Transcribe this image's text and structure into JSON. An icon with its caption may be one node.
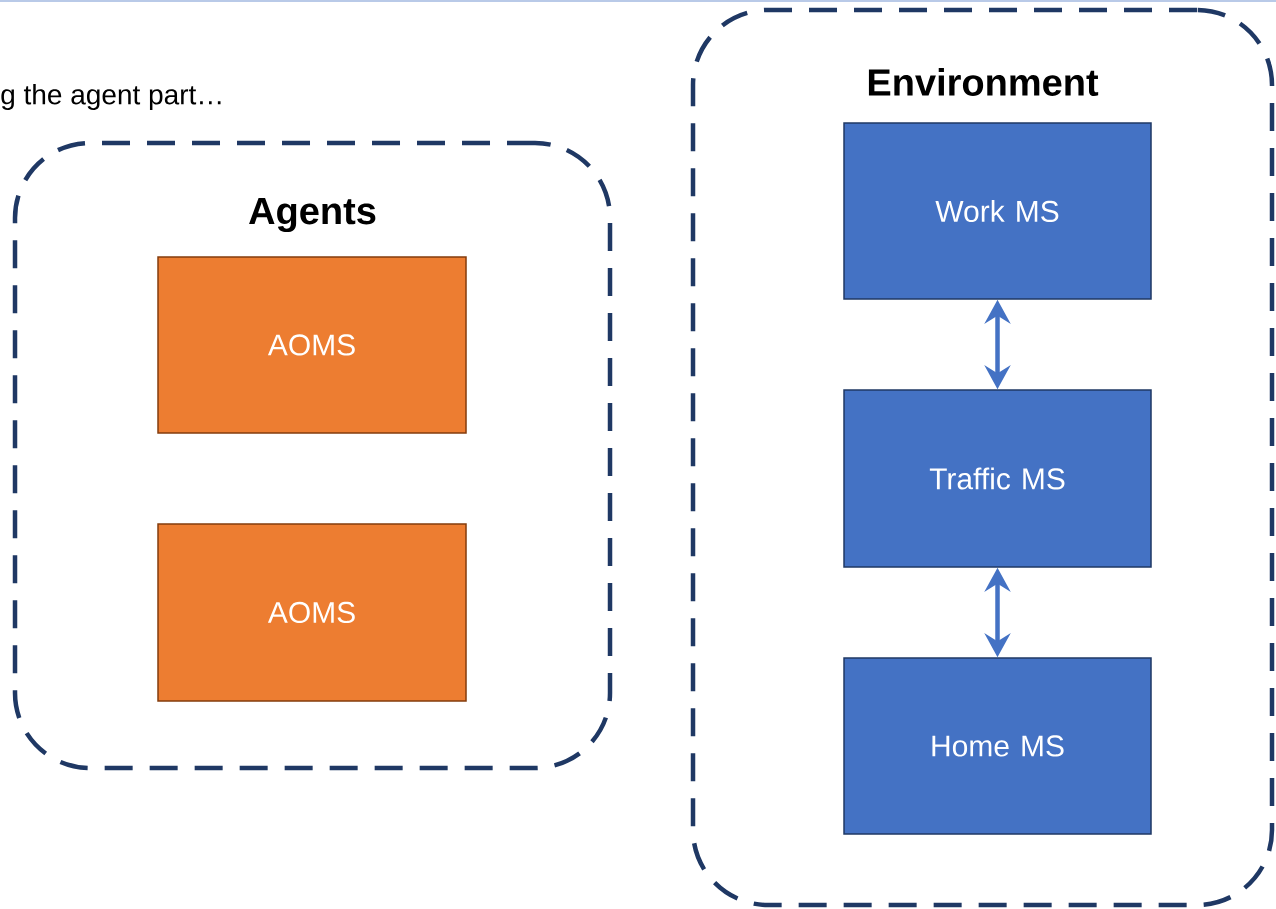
{
  "diagram": {
    "nodes": [
      {
        "text": [
          "Agents"
        ]
      },
      {
        "text": [
          "AOMS"
        ],
        "in": 0
      },
      {
        "text": [
          "AOMS"
        ],
        "in": 0
      },
      {
        "text": [
          "Environment"
        ]
      },
      {
        "text": [
          "Work MS"
        ],
        "in": 3
      },
      {
        "text": [
          "Traffic MS"
        ],
        "in": 3
      },
      {
        "text": [
          "Home MS"
        ],
        "in": 3
      }
    ],
    "edges": [
      {
        "from": 4,
        "to": 5,
        "arrow": "both"
      },
      {
        "from": 5,
        "to": 6,
        "arrow": "both"
      }
    ],
    "labels": [
      "g the agent part…"
    ]
  }
}
